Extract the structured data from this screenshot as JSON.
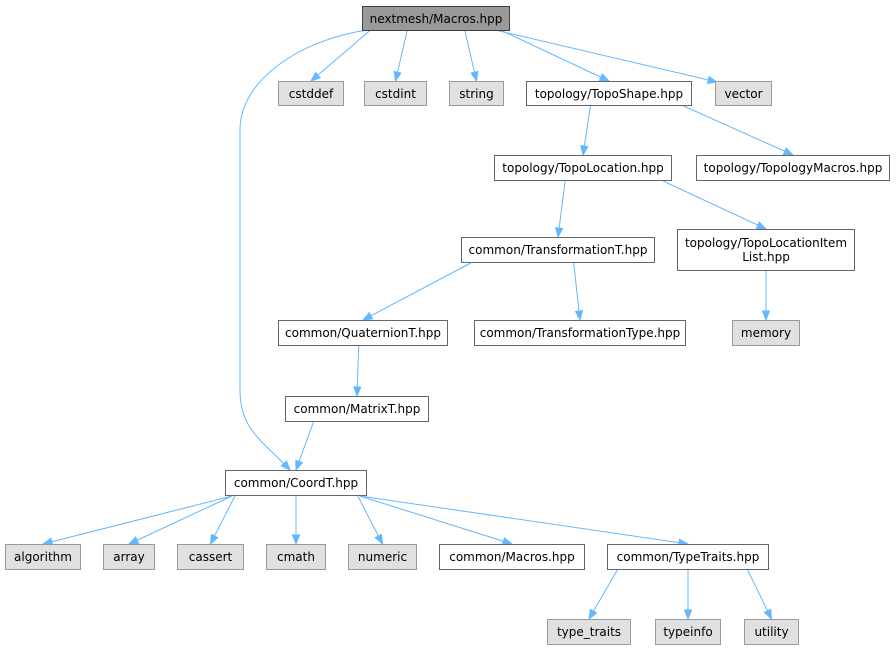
{
  "colors": {
    "edge": "#63b8ff",
    "root_fill": "#999999",
    "system_fill": "#e0e0e0",
    "file_fill": "#ffffff"
  },
  "nodes": [
    {
      "id": "n0",
      "label": "nextmesh/Macros.hpp",
      "kind": "root"
    },
    {
      "id": "n1",
      "label": "cstddef",
      "kind": "system"
    },
    {
      "id": "n2",
      "label": "cstdint",
      "kind": "system"
    },
    {
      "id": "n3",
      "label": "string",
      "kind": "system"
    },
    {
      "id": "n4",
      "label": "topology/TopoShape.hpp",
      "kind": "file"
    },
    {
      "id": "n5",
      "label": "vector",
      "kind": "system"
    },
    {
      "id": "n6",
      "label": "topology/TopoLocation.hpp",
      "kind": "file"
    },
    {
      "id": "n7",
      "label": "topology/TopologyMacros.hpp",
      "kind": "file"
    },
    {
      "id": "n8",
      "label": "common/TransformationT.hpp",
      "kind": "file"
    },
    {
      "id": "n9",
      "label": "topology/TopoLocationItem List.hpp",
      "kind": "file"
    },
    {
      "id": "n10",
      "label": "common/QuaternionT.hpp",
      "kind": "file"
    },
    {
      "id": "n11",
      "label": "common/TransformationType.hpp",
      "kind": "file"
    },
    {
      "id": "n12",
      "label": "memory",
      "kind": "system"
    },
    {
      "id": "n13",
      "label": "common/MatrixT.hpp",
      "kind": "file"
    },
    {
      "id": "n14",
      "label": "common/CoordT.hpp",
      "kind": "file"
    },
    {
      "id": "n15",
      "label": "algorithm",
      "kind": "system"
    },
    {
      "id": "n16",
      "label": "array",
      "kind": "system"
    },
    {
      "id": "n17",
      "label": "cassert",
      "kind": "system"
    },
    {
      "id": "n18",
      "label": "cmath",
      "kind": "system"
    },
    {
      "id": "n19",
      "label": "numeric",
      "kind": "system"
    },
    {
      "id": "n20",
      "label": "common/Macros.hpp",
      "kind": "file"
    },
    {
      "id": "n21",
      "label": "common/TypeTraits.hpp",
      "kind": "file"
    },
    {
      "id": "n22",
      "label": "type_traits",
      "kind": "system"
    },
    {
      "id": "n23",
      "label": "typeinfo",
      "kind": "system"
    },
    {
      "id": "n24",
      "label": "utility",
      "kind": "system"
    }
  ],
  "edges": [
    {
      "from": "n0",
      "to": "n1"
    },
    {
      "from": "n0",
      "to": "n2"
    },
    {
      "from": "n0",
      "to": "n3"
    },
    {
      "from": "n0",
      "to": "n4"
    },
    {
      "from": "n0",
      "to": "n5"
    },
    {
      "from": "n0",
      "to": "n14"
    },
    {
      "from": "n4",
      "to": "n6"
    },
    {
      "from": "n4",
      "to": "n7"
    },
    {
      "from": "n6",
      "to": "n8"
    },
    {
      "from": "n6",
      "to": "n9"
    },
    {
      "from": "n9",
      "to": "n12"
    },
    {
      "from": "n8",
      "to": "n10"
    },
    {
      "from": "n8",
      "to": "n11"
    },
    {
      "from": "n10",
      "to": "n13"
    },
    {
      "from": "n13",
      "to": "n14"
    },
    {
      "from": "n14",
      "to": "n15"
    },
    {
      "from": "n14",
      "to": "n16"
    },
    {
      "from": "n14",
      "to": "n17"
    },
    {
      "from": "n14",
      "to": "n18"
    },
    {
      "from": "n14",
      "to": "n19"
    },
    {
      "from": "n14",
      "to": "n20"
    },
    {
      "from": "n14",
      "to": "n21"
    },
    {
      "from": "n21",
      "to": "n22"
    },
    {
      "from": "n21",
      "to": "n23"
    },
    {
      "from": "n21",
      "to": "n24"
    }
  ]
}
